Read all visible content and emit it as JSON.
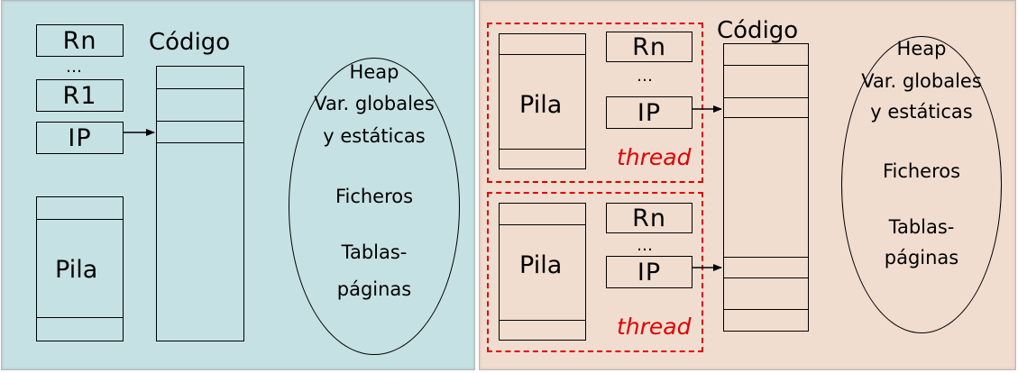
{
  "colors": {
    "left_panel_bg": "#c6e1e3",
    "right_panel_bg": "#f0ddd0",
    "thread_accent": "#e00000"
  },
  "left": {
    "code_title": "Código",
    "registers": [
      "Rn",
      "…",
      "R1",
      "IP"
    ],
    "stack_label": "Pila",
    "ellipse_lines": [
      "Heap",
      "Var. globales",
      "y estáticas",
      "Ficheros",
      "Tablas-",
      "páginas"
    ]
  },
  "right": {
    "code_title": "Código",
    "threads": [
      {
        "stack_label": "Pila",
        "registers": [
          "Rn",
          "…",
          "IP"
        ],
        "label": "thread"
      },
      {
        "stack_label": "Pila",
        "registers": [
          "Rn",
          "…",
          "IP"
        ],
        "label": "thread"
      }
    ],
    "ellipse_lines": [
      "Heap",
      "Var. globales",
      "y estáticas",
      "Ficheros",
      "Tablas-",
      "páginas"
    ]
  }
}
